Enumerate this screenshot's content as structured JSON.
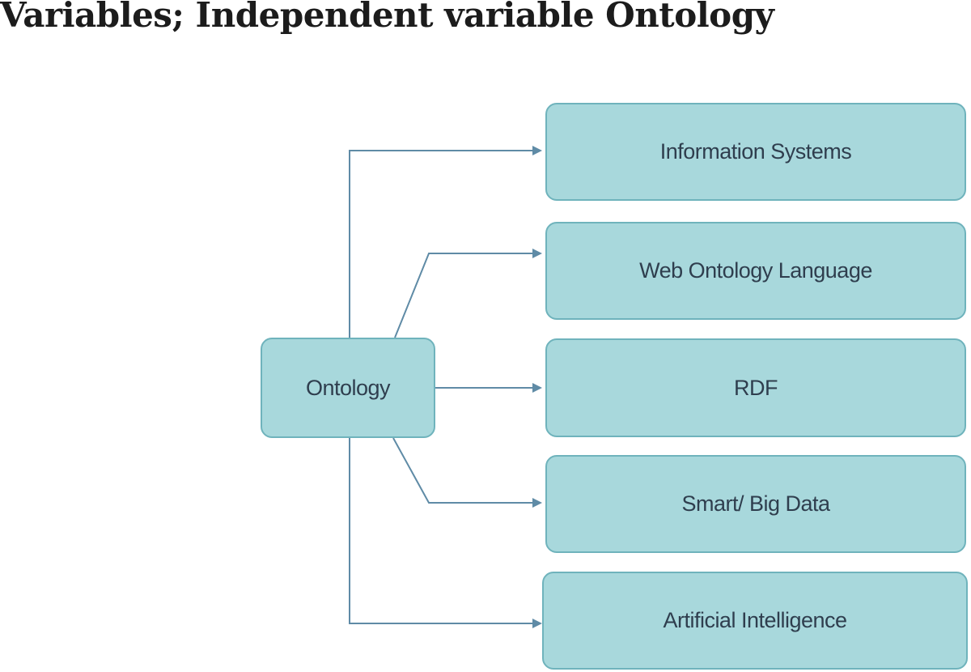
{
  "title": "Variables; Independent variable Ontology",
  "diagram": {
    "root": {
      "label": "Ontology"
    },
    "children": [
      {
        "label": "Information Systems"
      },
      {
        "label": "Web Ontology Language"
      },
      {
        "label": "RDF"
      },
      {
        "label": "Smart/ Big Data"
      },
      {
        "label": "Artificial Intelligence"
      }
    ]
  },
  "colors": {
    "node_fill": "#a8d8dc",
    "node_border": "#6fb3bc",
    "connector": "#5f8ba6",
    "text": "#2f3e4e"
  }
}
